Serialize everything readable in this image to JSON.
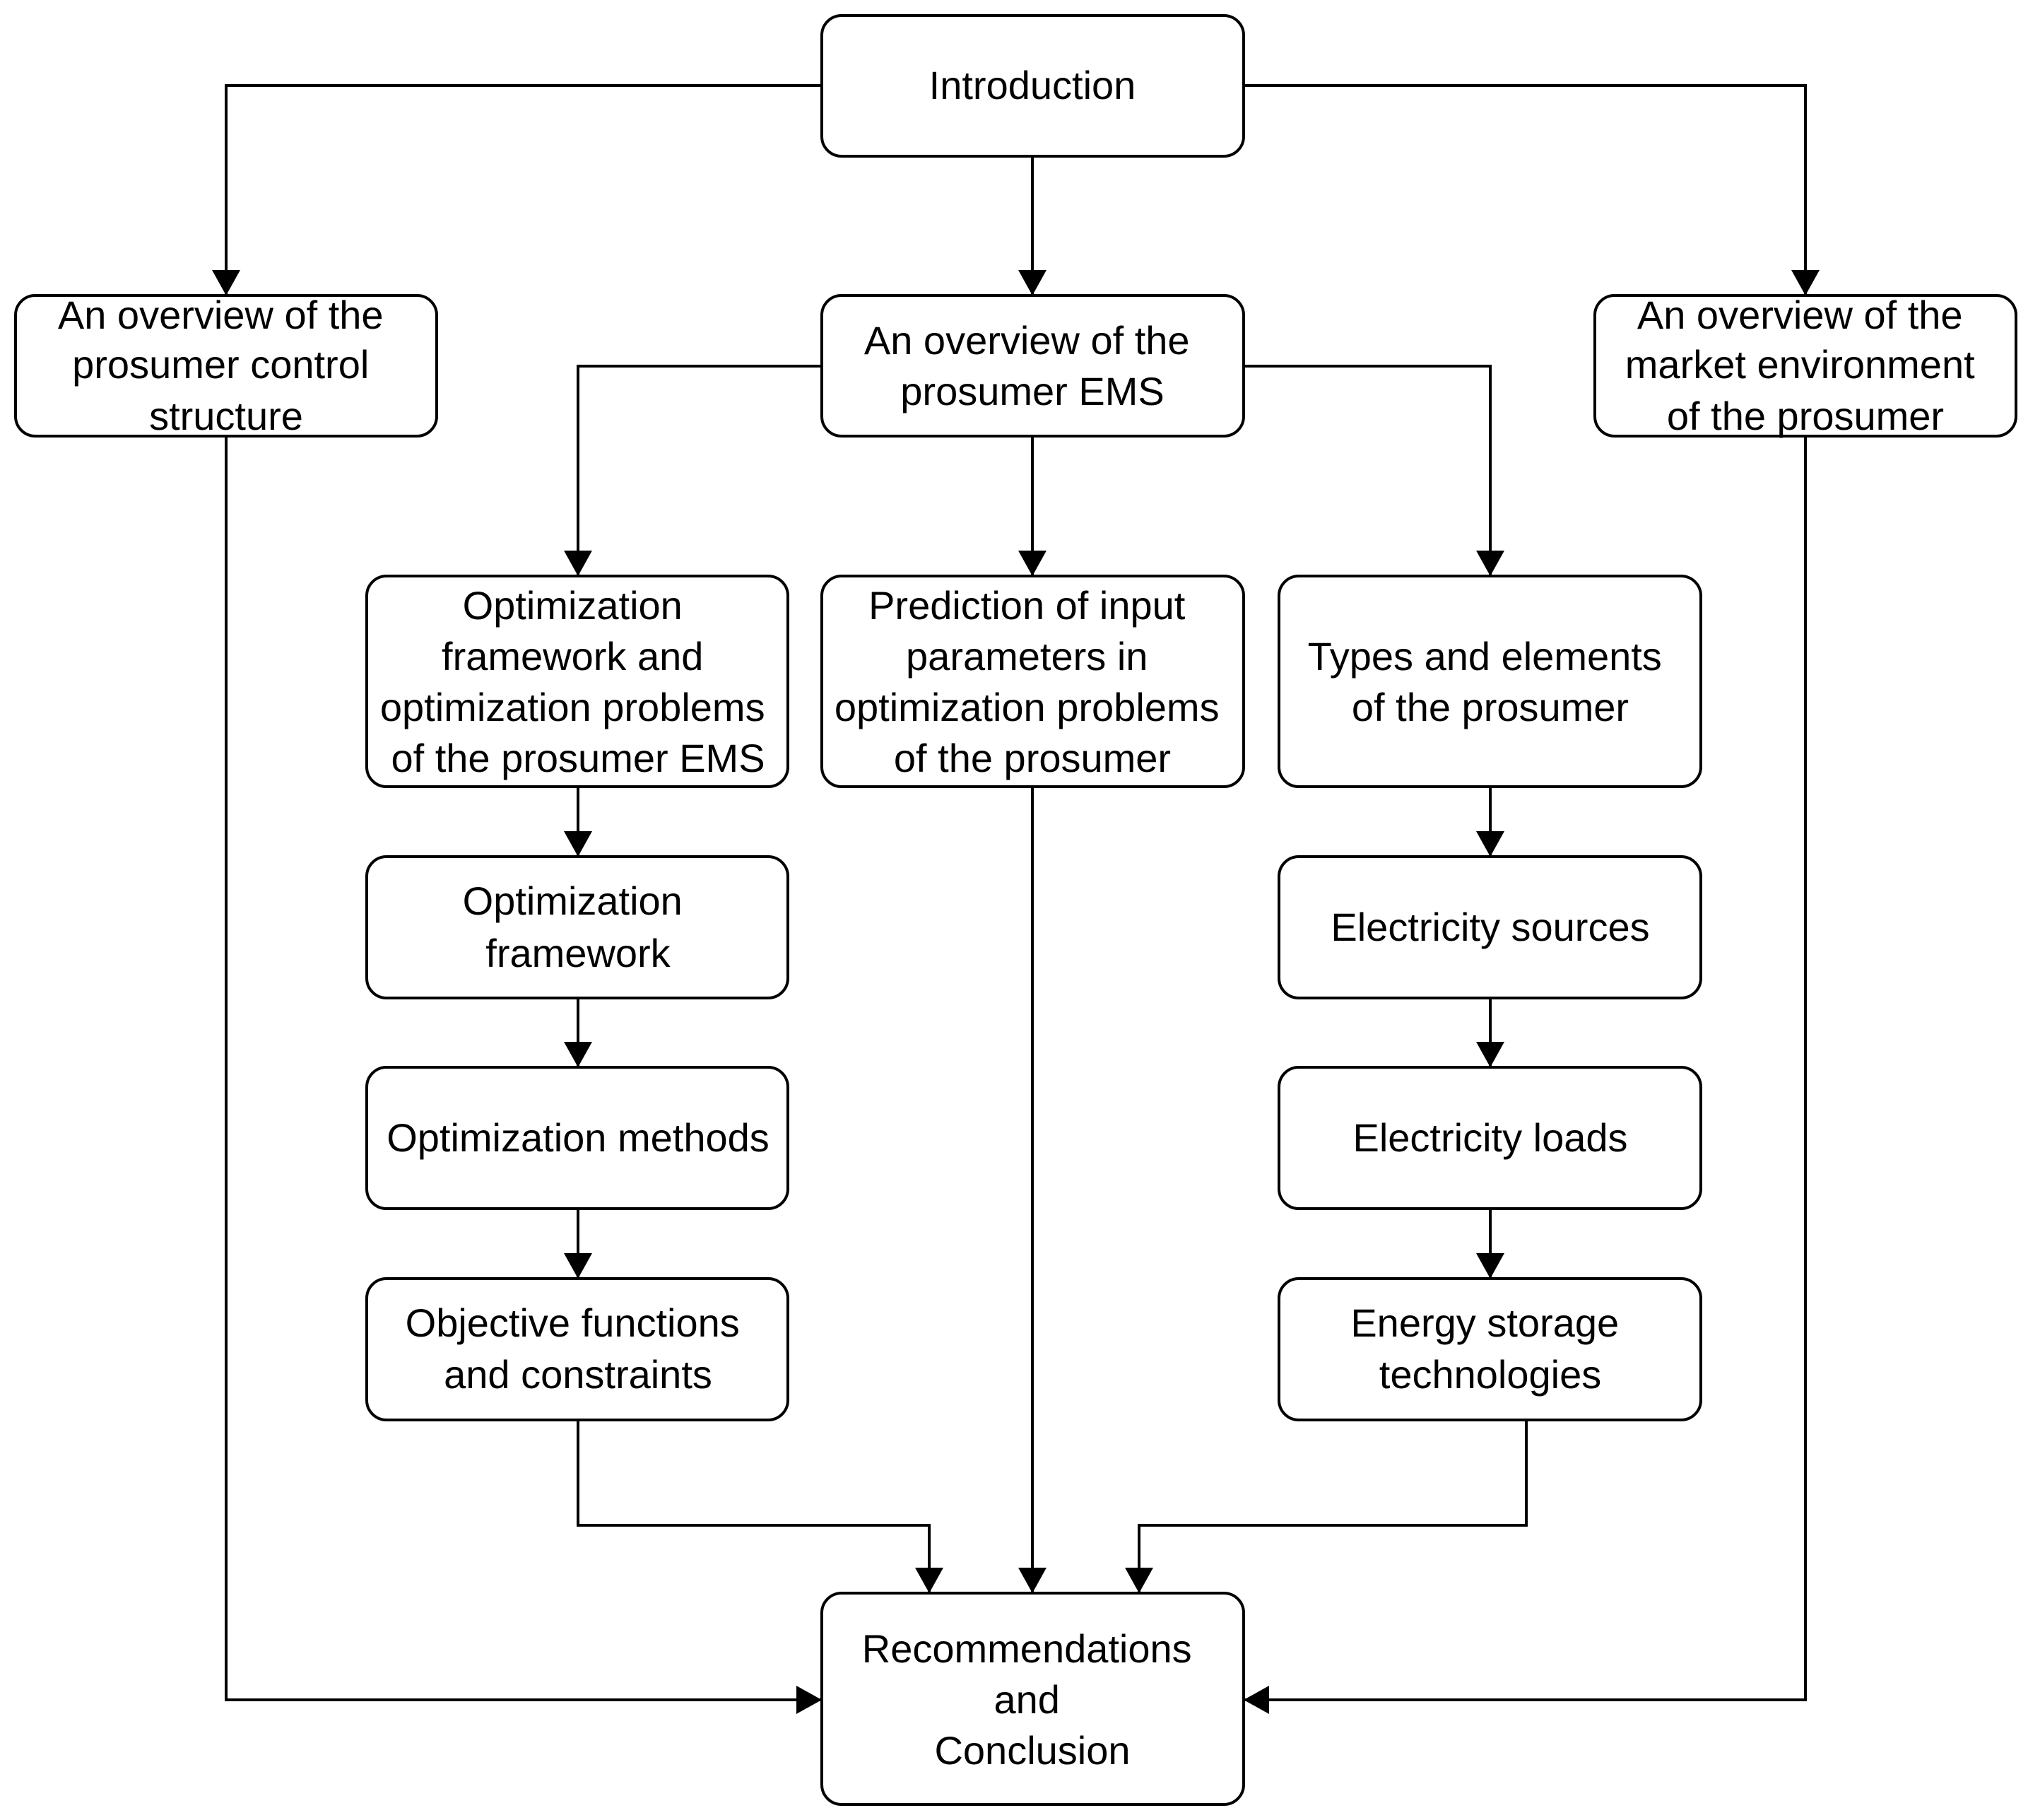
{
  "nodes": {
    "introduction": {
      "lines": [
        "Introduction"
      ]
    },
    "control_structure": {
      "lines": [
        "An overview of the",
        "prosumer control",
        "structure"
      ]
    },
    "prosumer_ems": {
      "lines": [
        "An overview of the",
        "prosumer EMS"
      ]
    },
    "market_environment": {
      "lines": [
        "An overview of the",
        "market environment",
        "of the prosumer"
      ]
    },
    "optimization_framework_problems": {
      "lines": [
        "Optimization",
        "framework and",
        "optimization problems",
        "of the prosumer EMS"
      ]
    },
    "prediction_input_parameters": {
      "lines": [
        "Prediction of input",
        "parameters in",
        "optimization problems",
        "of the prosumer"
      ]
    },
    "types_elements": {
      "lines": [
        "Types and elements",
        "of the prosumer"
      ]
    },
    "optimization_framework": {
      "lines": [
        "Optimization",
        "framework"
      ]
    },
    "electricity_sources": {
      "lines": [
        "Electricity sources"
      ]
    },
    "optimization_methods": {
      "lines": [
        "Optimization methods"
      ]
    },
    "electricity_loads": {
      "lines": [
        "Electricity loads"
      ]
    },
    "objective_functions": {
      "lines": [
        "Objective functions",
        "and constraints"
      ]
    },
    "energy_storage": {
      "lines": [
        "Energy storage",
        "technologies"
      ]
    },
    "recommendations": {
      "lines": [
        "Recommendations",
        "and",
        "Conclusion"
      ]
    }
  }
}
